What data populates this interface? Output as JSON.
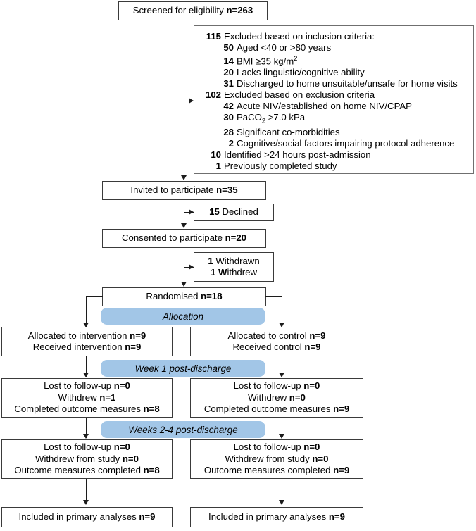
{
  "diagram": {
    "title": "CONSORT participant flow diagram",
    "accent_color": "#a2c6e7",
    "line_color": "#1c1c1c",
    "box_border_color": "#3a3a3a"
  },
  "screened": {
    "label": "Screened for eligibility ",
    "n": "n=263"
  },
  "exclusions": {
    "heading_inclusion": {
      "num": "115",
      "text": "Excluded based on inclusion criteria:"
    },
    "inclusion_items": [
      {
        "num": "50",
        "text": "Aged <40 or >80 years"
      },
      {
        "num": "14",
        "text_pre": "BMI ≥35 kg/m",
        "sup": "2",
        "text_post": ""
      },
      {
        "num": "20",
        "text": "Lacks linguistic/cognitive ability"
      },
      {
        "num": "31",
        "text": "Discharged to home unsuitable/unsafe for home visits"
      }
    ],
    "heading_exclusion": {
      "num": "102",
      "text": "Excluded based on exclusion criteria"
    },
    "exclusion_items": [
      {
        "num": "42",
        "text": "Acute NIV/established on home NIV/CPAP"
      },
      {
        "num": "30",
        "text_pre": "PaCO",
        "sub": "2",
        "text_post": " >7.0 kPa"
      },
      {
        "num": "28",
        "text": "Significant co-morbidities"
      },
      {
        "num": "2",
        "text": "Cognitive/social factors impairing protocol adherence"
      }
    ],
    "tail_items": [
      {
        "num": "10",
        "text": "Identified >24 hours post-admission"
      },
      {
        "num": "1",
        "text": "Previously completed study"
      }
    ]
  },
  "invited": {
    "label": "Invited to participate ",
    "n": "n=35"
  },
  "declined": {
    "num": "15",
    "label": "Declined"
  },
  "consented": {
    "label": "Consented to participate ",
    "n": "n=20"
  },
  "withdrawals": {
    "line1_num": "1",
    "line1_text": "Withdrawn",
    "line2_num": "1",
    "line2_bold_letter": "W",
    "line2_text": "ithdrew"
  },
  "randomised": {
    "label": "Randomised ",
    "n": "n=18"
  },
  "bands": {
    "allocation": "Allocation",
    "week1": "Week 1 post-discharge",
    "weeks24": "Weeks 2-4 post-discharge"
  },
  "allocation": {
    "intervention": {
      "line1_label": "Allocated to intervention ",
      "line1_n": "n=9",
      "line2_label": "Received intervention ",
      "line2_n": "n=9"
    },
    "control": {
      "line1_label": "Allocated to control ",
      "line1_n": "n=9",
      "line2_label": "Received control ",
      "line2_n": "n=9"
    }
  },
  "week1": {
    "intervention": {
      "line1_label": "Lost to follow-up ",
      "line1_n": "n=0",
      "line2_label": "Withdrew ",
      "line2_n": "n=1",
      "line3_label": "Completed outcome measures ",
      "line3_n": "n=8"
    },
    "control": {
      "line1_label": "Lost to follow-up ",
      "line1_n": "n=0",
      "line2_label": "Withdrew ",
      "line2_n": "n=0",
      "line3_label": "Completed outcome measures ",
      "line3_n": "n=9"
    }
  },
  "weeks24": {
    "intervention": {
      "line1_label": "Lost to follow-up ",
      "line1_n": "n=0",
      "line2_label": "Withdrew from study ",
      "line2_n": "n=0",
      "line3_label": "Outcome measures completed ",
      "line3_n": "n=8"
    },
    "control": {
      "line1_label": "Lost to follow-up ",
      "line1_n": "n=0",
      "line2_label": "Withdrew from study ",
      "line2_n": "n=0",
      "line3_label": "Outcome measures completed ",
      "line3_n": "n=9"
    }
  },
  "analysis": {
    "intervention": {
      "label": "Included in primary analyses ",
      "n": "n=9"
    },
    "control": {
      "label": "Included in primary analyses ",
      "n": "n=9"
    }
  }
}
